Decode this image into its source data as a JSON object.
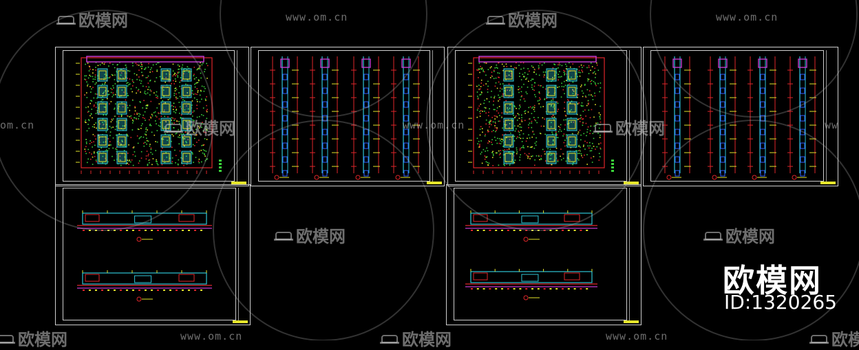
{
  "watermarks": {
    "logo_text": "欧模网",
    "url_text": "www.om.cn",
    "url_partial_left": "om.cn",
    "url_partial_right": "ww"
  },
  "brand": {
    "name": "欧模网",
    "id_label": "ID:1320265"
  },
  "colors": {
    "background": "#000000",
    "frame": "#cfcfcf",
    "red": "#e0262a",
    "cyan": "#2ec6d6",
    "green": "#3ad23a",
    "yellow": "#e5e52a",
    "magenta": "#c23bd0",
    "blue": "#2f5fff"
  }
}
